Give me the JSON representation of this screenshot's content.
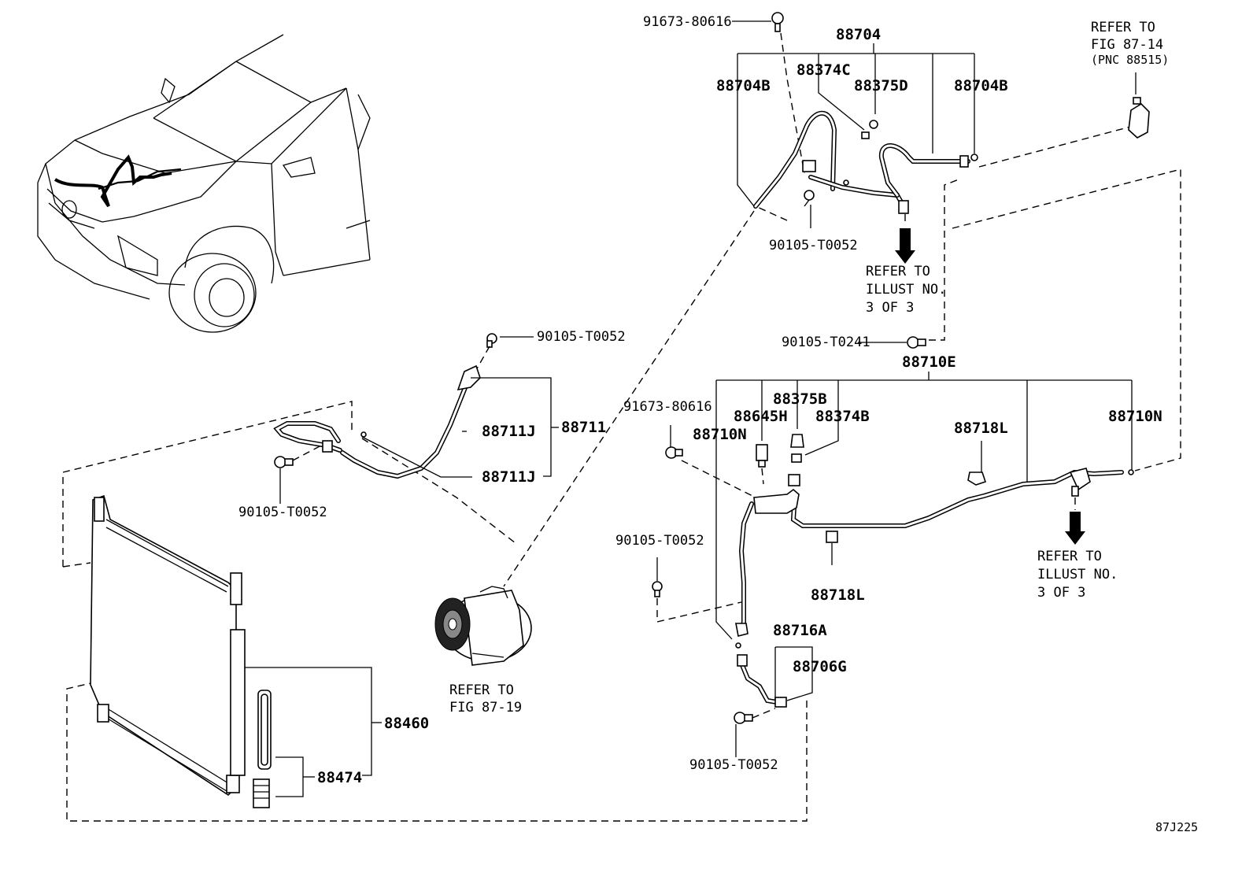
{
  "figure_code": "87J225",
  "refs": {
    "fig_87_14_l1": "REFER TO",
    "fig_87_14_l2": "FIG 87-14",
    "fig_87_14_l3": "(PNC 88515)",
    "illust_top_l1": "REFER TO",
    "illust_top_l2": "ILLUST NO.",
    "illust_top_l3": "3 OF 3",
    "illust_right_l1": "REFER TO",
    "illust_right_l2": "ILLUST NO.",
    "illust_right_l3": "3 OF 3",
    "fig_87_19_l1": "REFER TO",
    "fig_87_19_l2": "FIG 87-19"
  },
  "parts": {
    "p91673_80616_top": "91673-80616",
    "p88704": "88704",
    "p88704B_left": "88704B",
    "p88374C": "88374C",
    "p88375D": "88375D",
    "p88704B_right": "88704B",
    "p90105_T0052_top": "90105-T0052",
    "p90105_T0241": "90105-T0241",
    "p88710E": "88710E",
    "p91673_80616_mid": "91673-80616",
    "p88375B": "88375B",
    "p88645H": "88645H",
    "p88374B": "88374B",
    "p88718L_top": "88718L",
    "p88710N_left": "88710N",
    "p88710N_right": "88710N",
    "p90105_T0052_mid": "90105-T0052",
    "p88718L_bottom": "88718L",
    "p88716A": "88716A",
    "p88706G": "88706G",
    "p90105_T0052_bottom": "90105-T0052",
    "p90105_T0052_hose": "90105-T0052",
    "p88711J_a": "88711J",
    "p88711": "88711",
    "p88711J_b": "88711J",
    "p90105_T0052_left": "90105-T0052",
    "p88460": "88460",
    "p88474": "88474"
  }
}
